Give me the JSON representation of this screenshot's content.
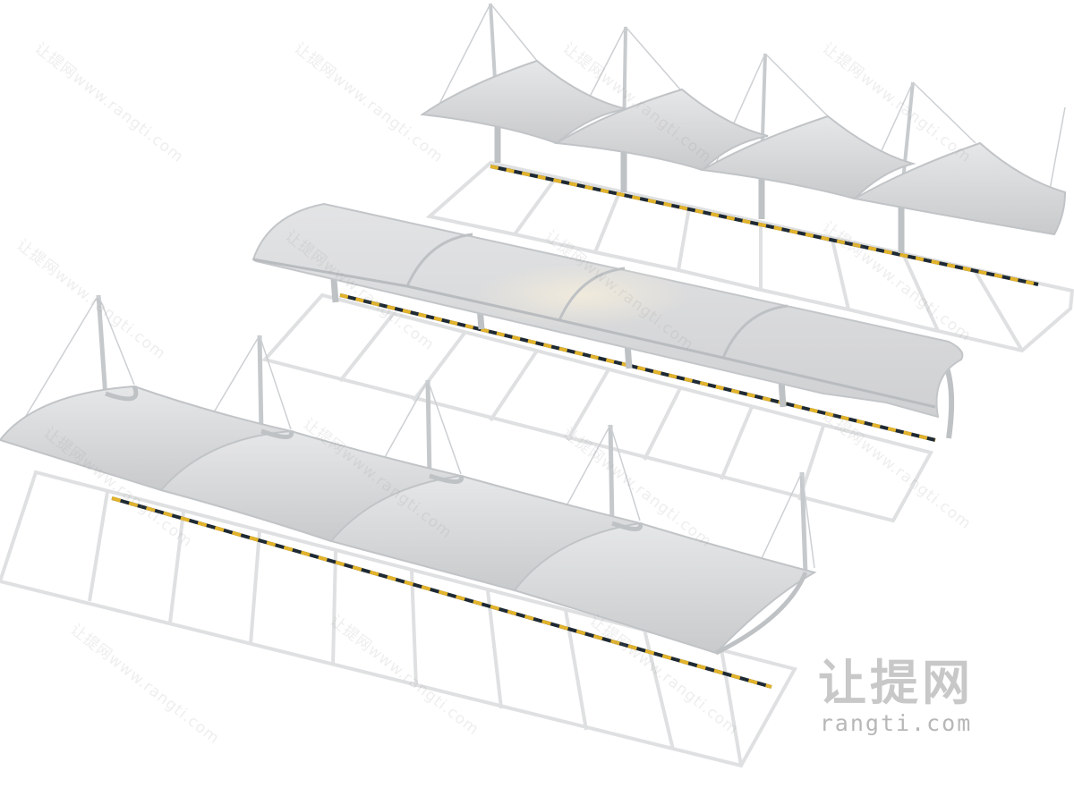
{
  "watermark": {
    "tile_text": "让提网www.rangti.com",
    "brand_name": "让提网",
    "brand_url": "rangti.com"
  },
  "colors": {
    "background": "#ffffff",
    "membrane": "#d7d8d9",
    "steel": "#c4c7ca",
    "parking_line": "#dfe0e1",
    "stripe_yellow": "#e2b32b",
    "stripe_dark": "#1f2a33"
  }
}
